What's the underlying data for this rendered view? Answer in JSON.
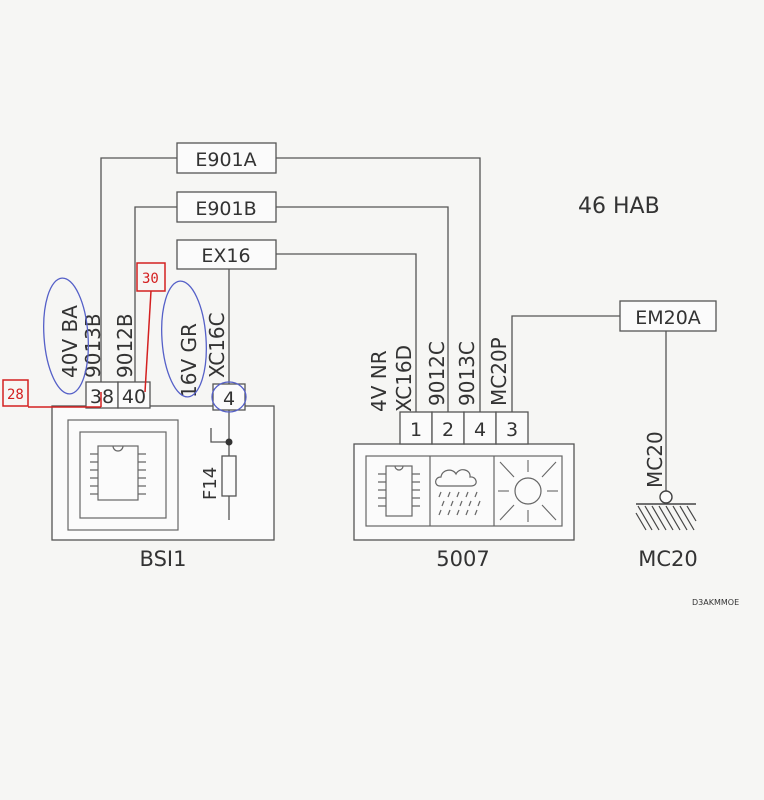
{
  "diagram": {
    "title": "46 HAB",
    "reference": "D3AKMMOE",
    "connectors": {
      "e901a": "E901A",
      "e901b": "E901B",
      "ex16": "EX16",
      "em20a": "EM20A"
    },
    "wires": {
      "w9013b": "9013B",
      "w9012b": "9012B",
      "wxc16c": "XC16C",
      "wxc16d": "XC16D",
      "w9012c": "9012C",
      "w9013c": "9013C",
      "wmc20p": "MC20P",
      "wmc20": "MC20"
    },
    "wire_specs": {
      "bsi_left": "40V BA",
      "bsi_right": "16V GR",
      "module": "4V NR"
    },
    "pins": {
      "bsi_38": "38",
      "bsi_40": "40",
      "bsi_4": "4",
      "m_1": "1",
      "m_2": "2",
      "m_4": "4",
      "m_3": "3"
    },
    "fuse": "F14",
    "components": {
      "bsi": "BSI1",
      "module": "5007",
      "ground": "MC20"
    },
    "annotations": {
      "red_28": "28",
      "red_30": "30"
    },
    "colors": {
      "annotation_red": "#d42020",
      "annotation_blue": "#5560c8"
    }
  }
}
